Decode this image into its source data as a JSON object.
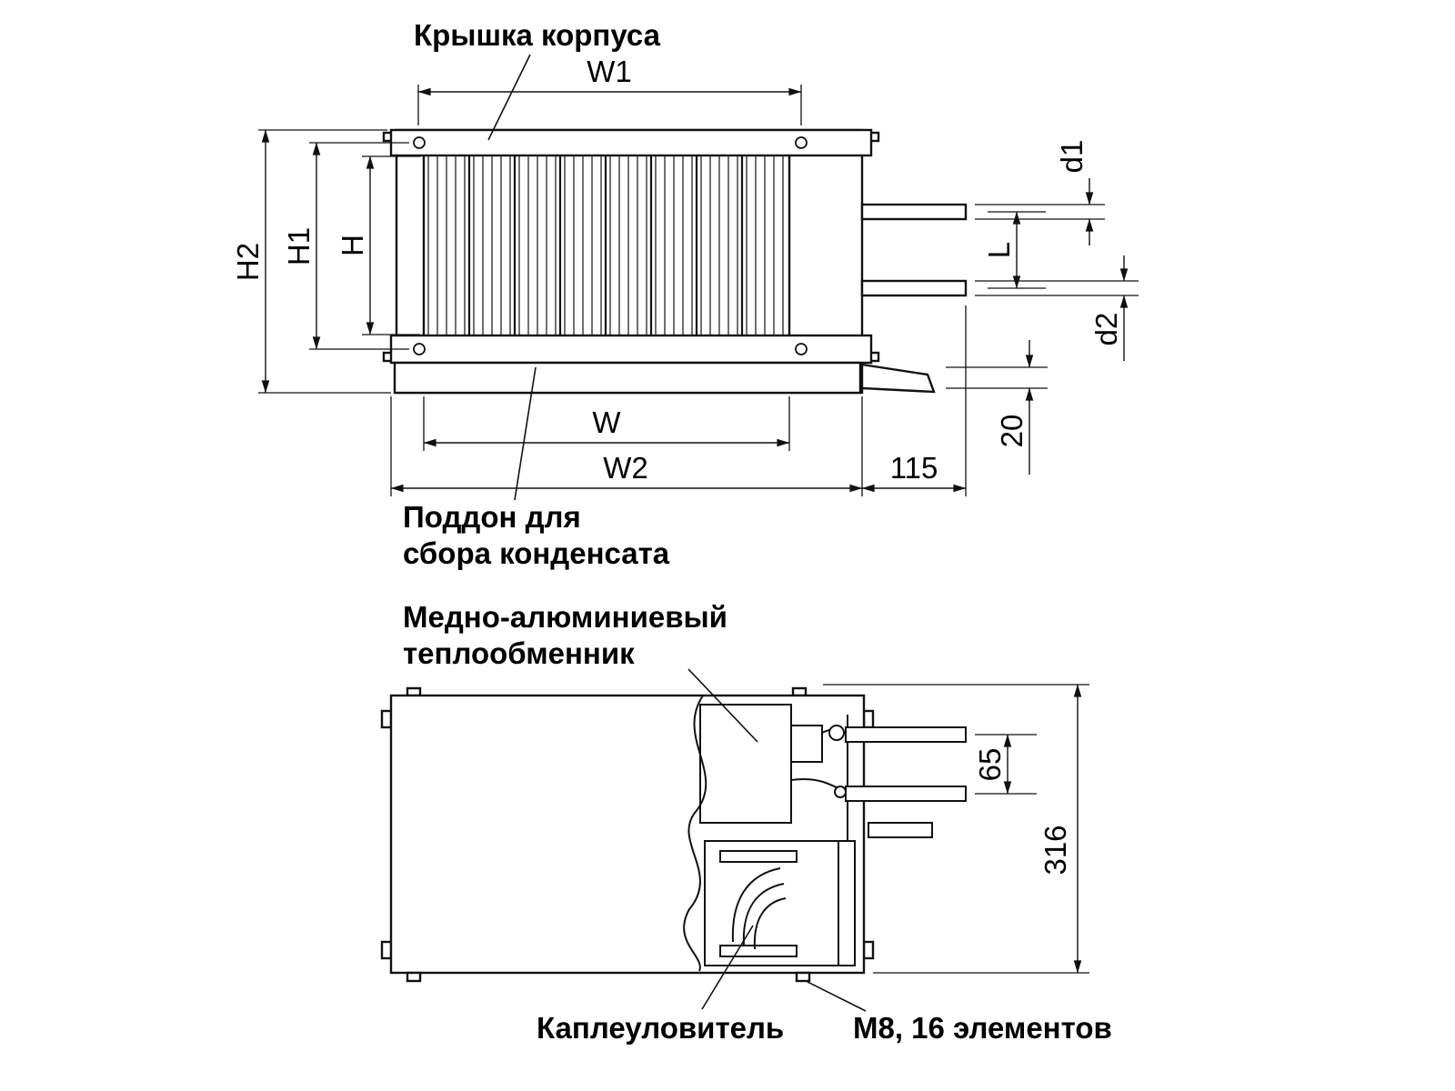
{
  "front_view": {
    "callouts": {
      "cover": "Крышка корпуса",
      "pan_line1": "Поддон для",
      "pan_line2": "сбора конденсата"
    },
    "dims": {
      "w1": "W1",
      "w": "W",
      "w2": "W2",
      "h": "H",
      "h1": "H1",
      "h2": "H2",
      "d1": "d1",
      "d2": "d2",
      "l": "L",
      "pipe_offset": "115",
      "drain_offset": "20"
    }
  },
  "side_view": {
    "callouts": {
      "exchanger_line1": "Медно-алюминиевый",
      "exchanger_line2": "теплообменник",
      "eliminator": "Каплеуловитель",
      "fasteners": "М8, 16 элементов"
    },
    "dims": {
      "pipe_spacing": "65",
      "depth": "316"
    }
  }
}
